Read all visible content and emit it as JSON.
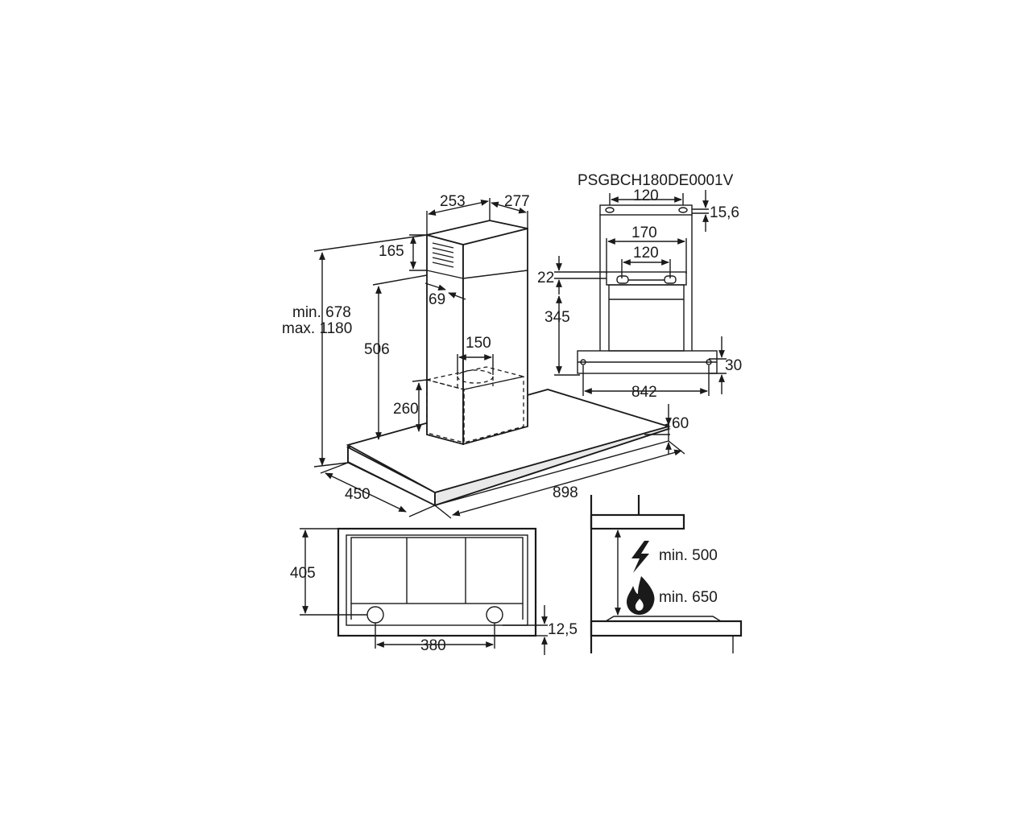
{
  "model_code": "PSGBCH180DE0001V",
  "main_view": {
    "chimney_width": "253",
    "chimney_depth": "277",
    "vent_height": "165",
    "vent_offset": "69",
    "total_height_min": "min. 678",
    "total_height_max": "max. 1180",
    "lower_chimney_height": "506",
    "outlet_diameter": "150",
    "motor_height": "260",
    "canopy_thickness": "60",
    "hood_depth": "450",
    "hood_width": "898"
  },
  "bracket_view": {
    "top_hole_spacing": "120",
    "top_offset": "15,6",
    "bracket_width": "170",
    "bracket_hole_spacing": "120",
    "bracket_offset": "22",
    "bracket_height": "345",
    "fixing_hole_spacing": "842",
    "fixing_offset": "30"
  },
  "bottom_view": {
    "depth": "405",
    "light_spacing": "380",
    "light_offset": "12,5"
  },
  "clearance_view": {
    "electric_label": "min. 500",
    "gas_label": "min. 650",
    "electric_icon": "lightning-icon",
    "gas_icon": "flame-icon"
  }
}
